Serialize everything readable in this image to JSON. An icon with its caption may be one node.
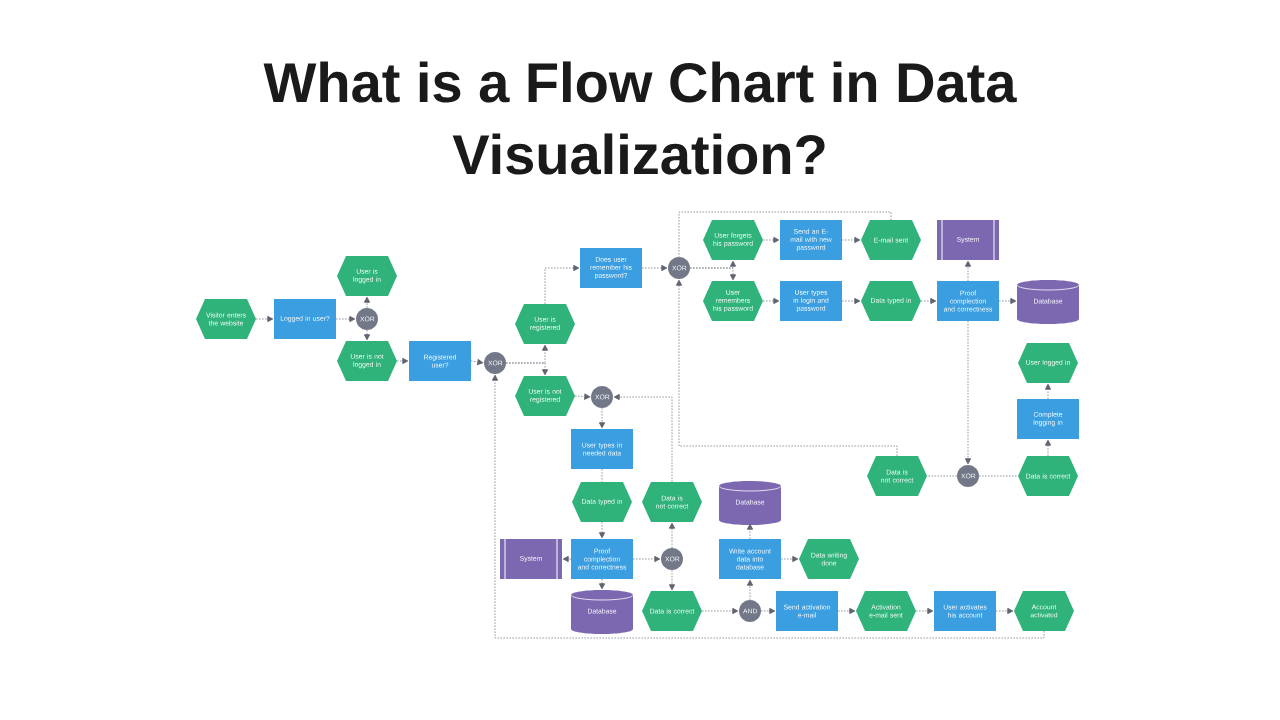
{
  "diagram": {
    "title": "What is a Flow Chart in Data Visualization?",
    "nodes": [
      {
        "text": [
          "Visitor enters the website"
        ]
      },
      {
        "text": [
          "Logged in user?"
        ]
      },
      {
        "text": [
          "XOR"
        ]
      },
      {
        "text": [
          "User is logged in"
        ]
      },
      {
        "text": [
          "User is not logged in"
        ]
      },
      {
        "text": [
          "Registered user?"
        ]
      },
      {
        "text": [
          "XOR"
        ]
      },
      {
        "text": [
          "User is registered"
        ]
      },
      {
        "text": [
          "User is not registered"
        ]
      },
      {
        "text": [
          "Does user remember his password?"
        ]
      },
      {
        "text": [
          "XOR"
        ]
      },
      {
        "text": [
          "User forgets his password"
        ]
      },
      {
        "text": [
          "Send an E-mail with new password"
        ]
      },
      {
        "text": [
          "E-mail sent"
        ]
      },
      {
        "text": [
          "System"
        ]
      },
      {
        "text": [
          "User remembers his password"
        ]
      },
      {
        "text": [
          "User types in login and password"
        ]
      },
      {
        "text": [
          "Data typed in"
        ]
      },
      {
        "text": [
          "Proof complection and correctness"
        ]
      },
      {
        "text": [
          "Database"
        ]
      },
      {
        "text": [
          "XOR"
        ]
      },
      {
        "text": [
          "User types in needed data"
        ]
      },
      {
        "text": [
          "Data typed in"
        ]
      },
      {
        "text": [
          "Data is not correct"
        ]
      },
      {
        "text": [
          "System"
        ]
      },
      {
        "text": [
          "Proof complection and correctness"
        ]
      },
      {
        "text": [
          "XOR"
        ]
      },
      {
        "text": [
          "Database"
        ]
      },
      {
        "text": [
          "Data is correct"
        ]
      },
      {
        "text": [
          "Database"
        ]
      },
      {
        "text": [
          "Write account data into database"
        ]
      },
      {
        "text": [
          "Data writing done"
        ]
      },
      {
        "text": [
          "AND"
        ]
      },
      {
        "text": [
          "Send activation e-mail"
        ]
      },
      {
        "text": [
          "Activation e-mail sent"
        ]
      },
      {
        "text": [
          "User activates his account"
        ]
      },
      {
        "text": [
          "Account activated"
        ]
      },
      {
        "text": [
          "User logged in"
        ]
      },
      {
        "text": [
          "Complete logging in"
        ]
      },
      {
        "text": [
          "Data is not correct"
        ]
      },
      {
        "text": [
          "XOR"
        ]
      },
      {
        "text": [
          "Data is correct"
        ]
      }
    ],
    "edges": [
      {
        "from": 0,
        "to": 1,
        "arrow": "to"
      },
      {
        "from": 1,
        "to": 2,
        "arrow": "to"
      },
      {
        "from": 2,
        "to": 3,
        "arrow": "to"
      },
      {
        "from": 2,
        "to": 4,
        "arrow": "to"
      },
      {
        "from": 4,
        "to": 5,
        "arrow": "to"
      },
      {
        "from": 5,
        "to": 6,
        "arrow": "to"
      },
      {
        "from": 6,
        "to": 7,
        "arrow": "to"
      },
      {
        "from": 6,
        "to": 8,
        "arrow": "to"
      },
      {
        "from": 7,
        "to": 9,
        "arrow": "to"
      },
      {
        "from": 8,
        "to": 20,
        "arrow": "to"
      },
      {
        "from": 9,
        "to": 10,
        "arrow": "to"
      },
      {
        "from": 10,
        "to": 11,
        "arrow": "to"
      },
      {
        "from": 10,
        "to": 15,
        "arrow": "to"
      },
      {
        "from": 11,
        "to": 12,
        "arrow": "to"
      },
      {
        "from": 12,
        "to": 13,
        "arrow": "to"
      },
      {
        "from": 13,
        "to": 10,
        "arrow": "none"
      },
      {
        "from": 15,
        "to": 16,
        "arrow": "to"
      },
      {
        "from": 16,
        "to": 17,
        "arrow": "to"
      },
      {
        "from": 17,
        "to": 18,
        "arrow": "to"
      },
      {
        "from": 18,
        "to": 19,
        "arrow": "to"
      },
      {
        "from": 18,
        "to": 14,
        "arrow": "to"
      },
      {
        "from": 18,
        "to": 40,
        "arrow": "to"
      },
      {
        "from": 40,
        "to": 39,
        "arrow": "none"
      },
      {
        "from": 40,
        "to": 41,
        "arrow": "none"
      },
      {
        "from": 41,
        "to": 38,
        "arrow": "to"
      },
      {
        "from": 38,
        "to": 37,
        "arrow": "to"
      },
      {
        "from": 39,
        "to": 10,
        "arrow": "to"
      },
      {
        "from": 20,
        "to": 21,
        "arrow": "to"
      },
      {
        "from": 21,
        "to": 22,
        "arrow": "none"
      },
      {
        "from": 22,
        "to": 25,
        "arrow": "to"
      },
      {
        "from": 25,
        "to": 24,
        "arrow": "to"
      },
      {
        "from": 25,
        "to": 27,
        "arrow": "to"
      },
      {
        "from": 25,
        "to": 26,
        "arrow": "to"
      },
      {
        "from": 26,
        "to": 23,
        "arrow": "to"
      },
      {
        "from": 26,
        "to": 28,
        "arrow": "to"
      },
      {
        "from": 23,
        "to": 20,
        "arrow": "to"
      },
      {
        "from": 28,
        "to": 32,
        "arrow": "to"
      },
      {
        "from": 32,
        "to": 30,
        "arrow": "to"
      },
      {
        "from": 32,
        "to": 33,
        "arrow": "to"
      },
      {
        "from": 30,
        "to": 29,
        "arrow": "to"
      },
      {
        "from": 30,
        "to": 31,
        "arrow": "to"
      },
      {
        "from": 33,
        "to": 34,
        "arrow": "to"
      },
      {
        "from": 34,
        "to": 35,
        "arrow": "to"
      },
      {
        "from": 35,
        "to": 36,
        "arrow": "to"
      },
      {
        "from": 36,
        "to": 6,
        "arrow": "to"
      }
    ]
  }
}
